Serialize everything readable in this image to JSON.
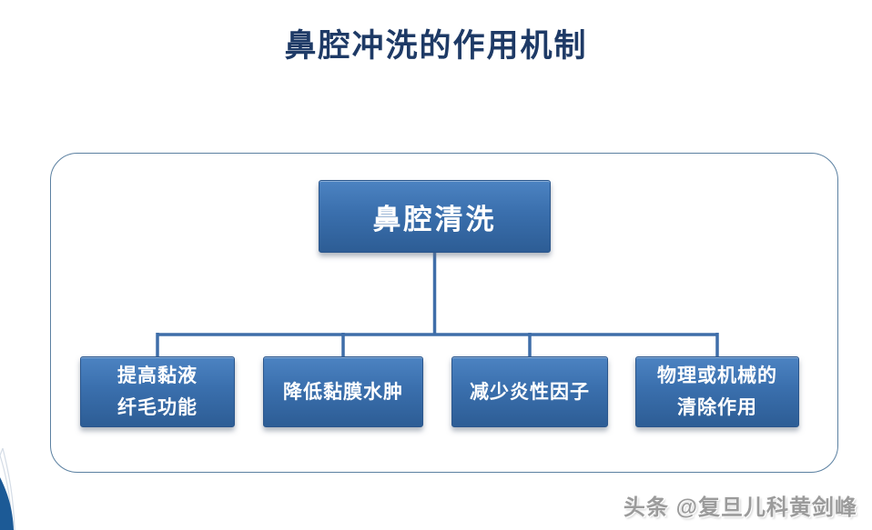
{
  "header": {
    "title": "鼻腔冲洗的作用机制"
  },
  "diagram": {
    "root": {
      "label": "鼻腔清洗"
    },
    "children": [
      {
        "lines": [
          "提高黏液",
          "纤毛功能"
        ]
      },
      {
        "lines": [
          "降低黏膜水肿"
        ]
      },
      {
        "lines": [
          "减少炎性因子"
        ]
      },
      {
        "lines": [
          "物理或机械的",
          "清除作用"
        ]
      }
    ]
  },
  "footer": {
    "watermark": "头条 @复旦儿科黄剑峰"
  },
  "colors": {
    "title_text": "#1e3a66",
    "node_fill_top": "#4c83c2",
    "node_fill_bottom": "#2d5d95",
    "node_border": "#2b568c",
    "node_text": "#ffffff",
    "connector": "#3f6ea9",
    "panel_border": "#5b80a1",
    "watermark_text": "#9b9b9b",
    "corner_accent": "#1c5a96"
  }
}
